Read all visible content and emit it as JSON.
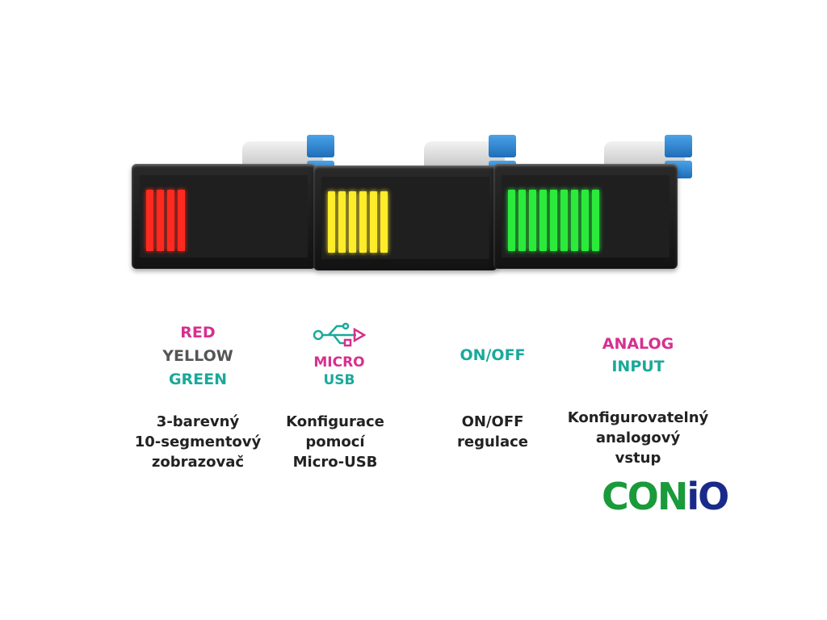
{
  "devices": [
    {
      "name": "red-indicator",
      "color": "#ff2a1f",
      "lit_segments": 4
    },
    {
      "name": "yellow-indicator",
      "color": "#ffec2a",
      "lit_segments": 6
    },
    {
      "name": "green-indicator",
      "color": "#2bea3c",
      "lit_segments": 9
    }
  ],
  "colors_tag": {
    "red": "RED",
    "yellow": "YELLOW",
    "green": "GREEN"
  },
  "usb_tag": {
    "line1": "MICRO",
    "line2": "USB"
  },
  "onoff_tag": "ON/OFF",
  "analog_tag": {
    "line1": "ANALOG",
    "line2": "INPUT"
  },
  "captions": {
    "display": [
      "3-barevný",
      "10-segmentový",
      "zobrazovač"
    ],
    "usb": [
      "Konfigurace",
      "pomocí",
      "Micro-USB"
    ],
    "onoff": [
      "ON/OFF",
      "regulace"
    ],
    "analog": [
      "Konfigurovatelný",
      "analogový",
      "vstup"
    ]
  },
  "brand": {
    "part1": "CON",
    "part2": "iO"
  },
  "palette": {
    "magenta": "#d6308f",
    "teal": "#1aa99a",
    "gray": "#555555",
    "brand_green": "#1a9a3a",
    "brand_blue": "#1a2a8a"
  }
}
